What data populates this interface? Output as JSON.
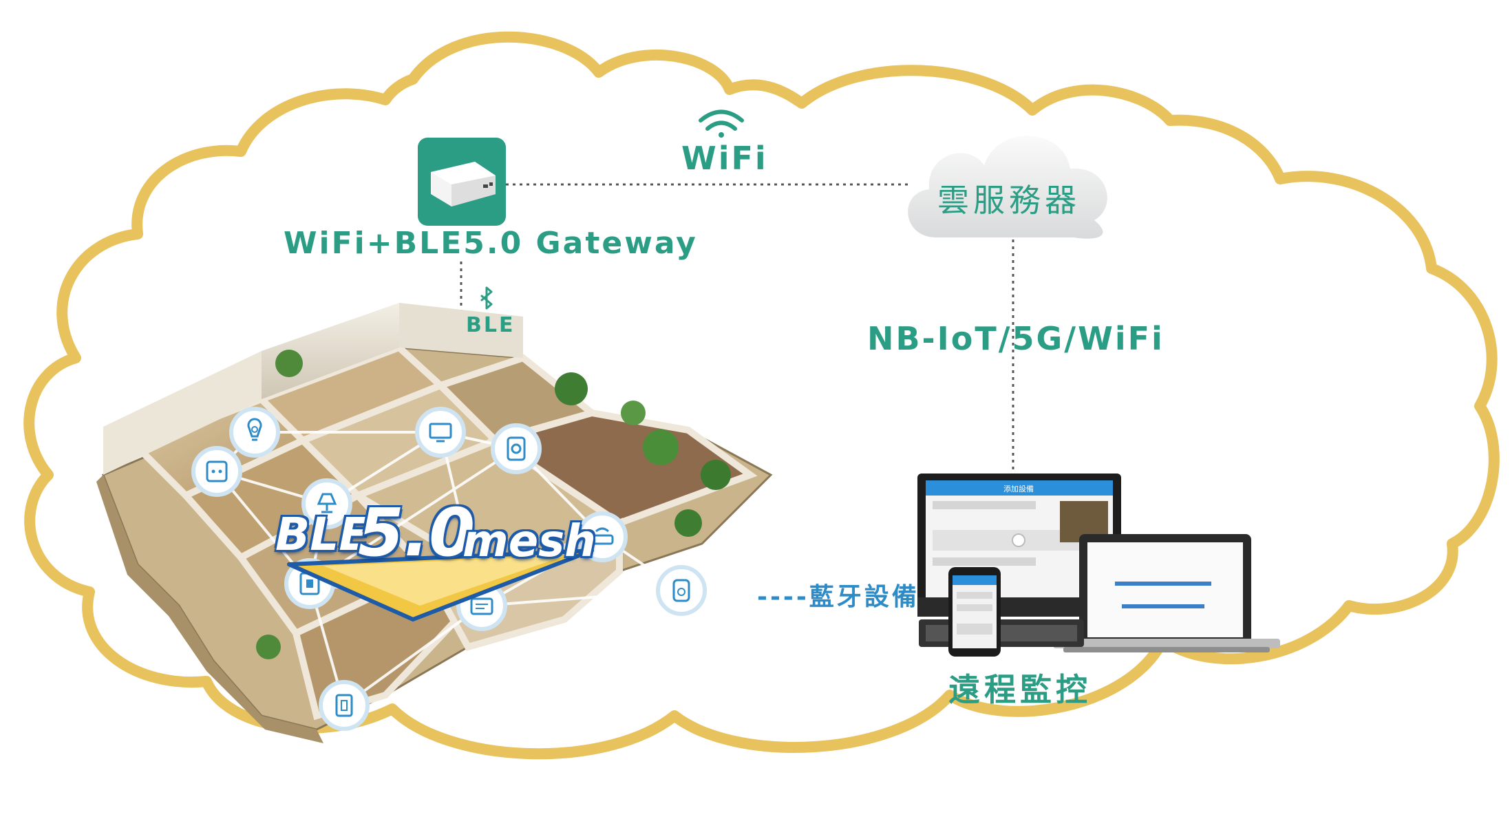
{
  "labels": {
    "wifi": "WiFi",
    "gateway": "WiFi+BLE5.0 Gateway",
    "ble": "BLE",
    "network": "NB-IoT/5G/WiFi",
    "cloud_server": "雲服務器",
    "bluetooth_devices": "----藍牙設備",
    "remote_monitoring": "遠程監控",
    "mesh_ble": "BLE",
    "mesh_version": "5.0",
    "mesh_suffix": "mesh"
  },
  "screens": {
    "laptop_title": "添加設備"
  },
  "icons": {
    "gateway": "gateway-device-icon",
    "wifi": "wifi-icon",
    "bluetooth": "bluetooth-icon",
    "cloud": "cloud-icon",
    "devices": [
      "light-bulb-icon",
      "monitor-icon",
      "camera-icon",
      "socket-icon",
      "lamp-icon",
      "router-icon",
      "switch-icon",
      "panel-icon",
      "sensor-icon",
      "switch-icon"
    ]
  },
  "colors": {
    "cloud_outline": "#e8c25c",
    "teal": "#2a9d84",
    "blue": "#2d8bc8",
    "mesh_blue": "#1d5aa8",
    "mesh_gold": "#f2c744"
  }
}
